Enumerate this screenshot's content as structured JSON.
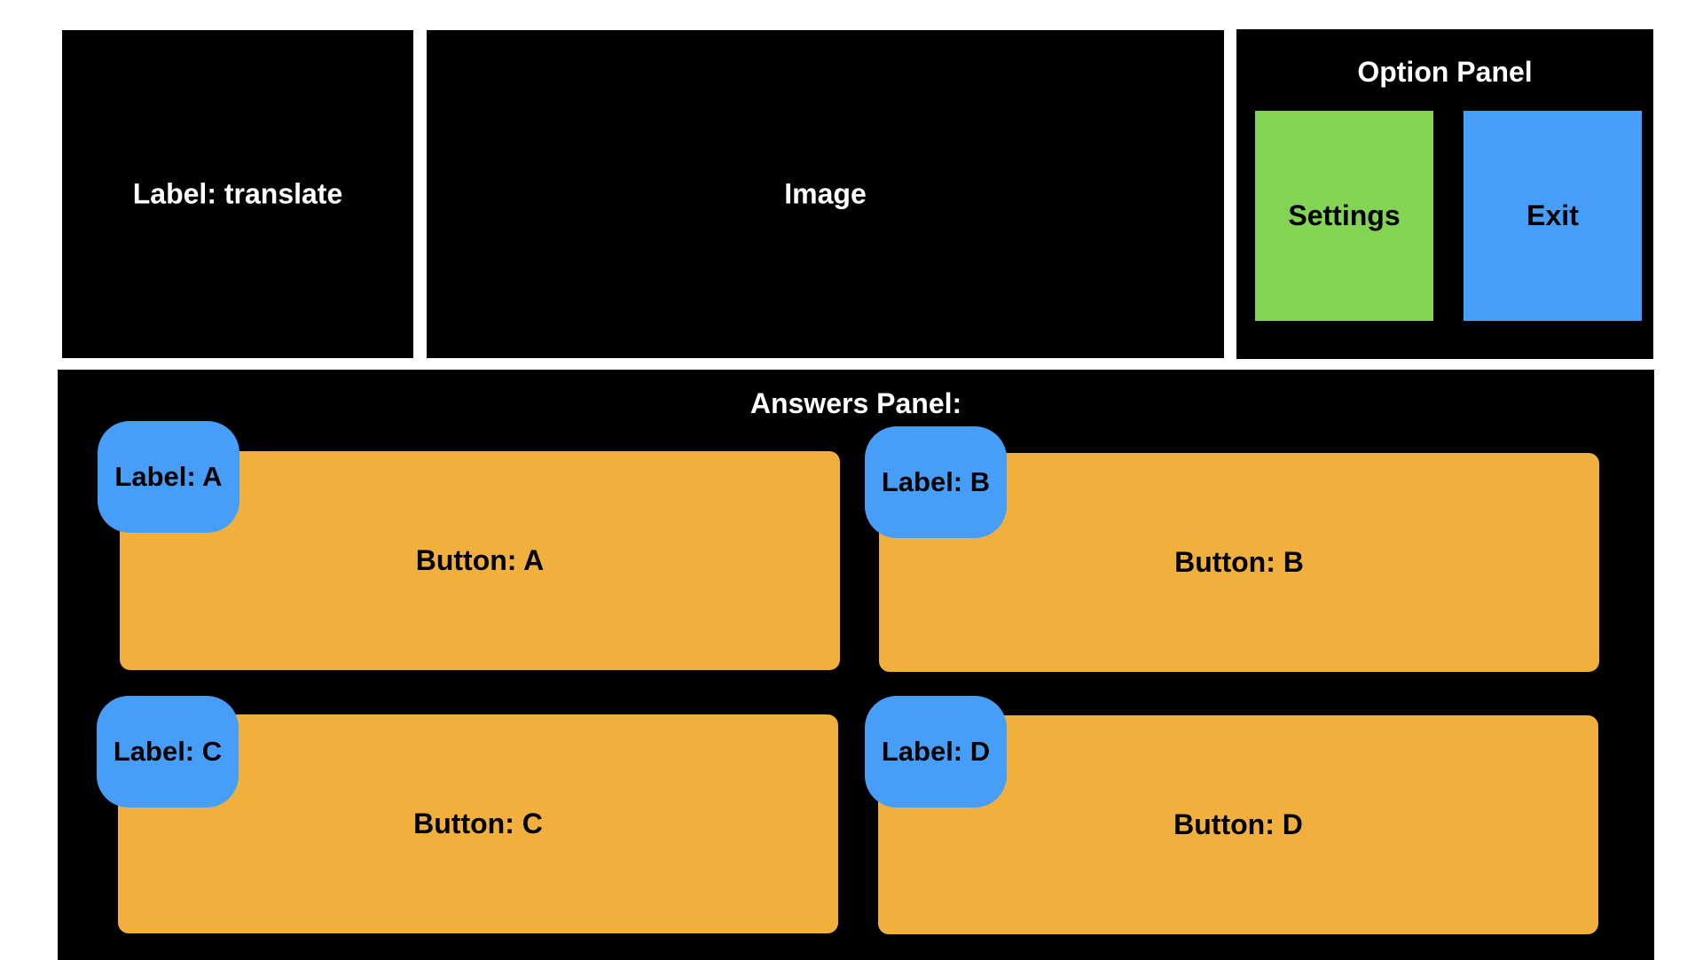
{
  "colors": {
    "panel_bg": "#000000",
    "settings": "#83d455",
    "exit": "#479ef8",
    "answer_button": "#f1b03d",
    "answer_label": "#479ef8"
  },
  "label_panel": {
    "text": "Label: translate"
  },
  "image_panel": {
    "text": "Image"
  },
  "option_panel": {
    "title": "Option Panel",
    "settings_label": "Settings",
    "exit_label": "Exit"
  },
  "answers_panel": {
    "title": "Answers Panel:",
    "answers": [
      {
        "label": "Label: A",
        "button": "Button: A"
      },
      {
        "label": "Label: B",
        "button": "Button: B"
      },
      {
        "label": "Label: C",
        "button": "Button: C"
      },
      {
        "label": "Label: D",
        "button": "Button: D"
      }
    ]
  }
}
